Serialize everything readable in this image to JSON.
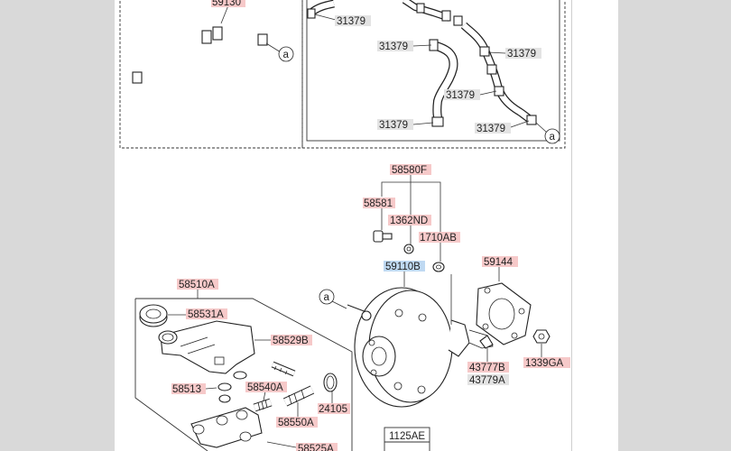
{
  "diagram": {
    "title": "Brake booster & master cylinder exploded view",
    "callouts": {
      "ref_a": "a",
      "p59130": "59130",
      "p31379_list": [
        "31379",
        "31379",
        "31379",
        "31379",
        "31379",
        "31379"
      ],
      "p58580F": "58580F",
      "p58581": "58581",
      "p1362ND": "1362ND",
      "p1710AB": "1710AB",
      "p59110B": "59110B",
      "p59144": "59144",
      "p58510A": "58510A",
      "p58531A": "58531A",
      "p58529B": "58529B",
      "p58513": "58513",
      "p58540A": "58540A",
      "p58550A": "58550A",
      "p24105": "24105",
      "p43777B": "43777B",
      "p43779A": "43779A",
      "p1339GA": "1339GA",
      "p1125AE": "1125AE",
      "p58525A": "58525A"
    }
  }
}
